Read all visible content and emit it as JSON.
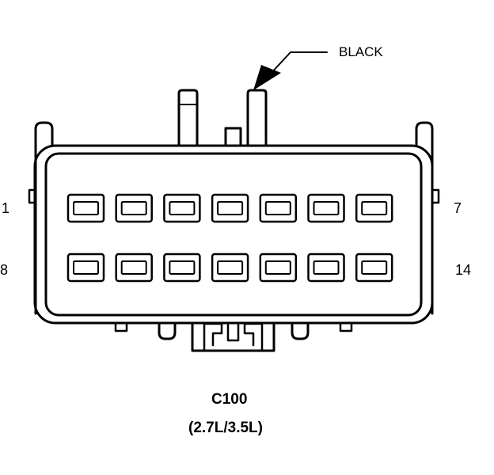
{
  "callout": {
    "label": "BLACK"
  },
  "pins": {
    "top_left": "1",
    "top_right": "7",
    "bottom_left": "8",
    "bottom_right": "14"
  },
  "caption": {
    "connector_id": "C100",
    "engine_note": "(2.7L/3.5L)"
  },
  "colors": {
    "line": "#000000",
    "background": "#ffffff"
  }
}
